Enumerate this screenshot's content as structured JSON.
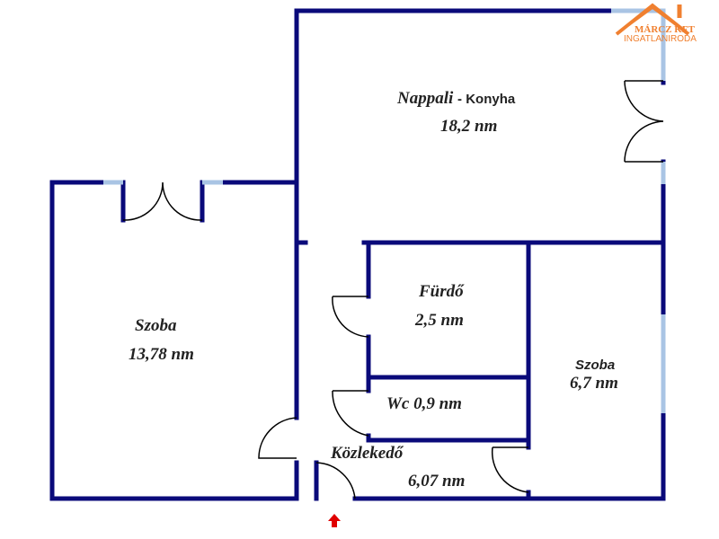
{
  "logo": {
    "line1": "MÁRCZ KFT",
    "line2": "INGATLANIRODA"
  },
  "rooms": [
    {
      "name": "Nappali",
      "suffix": "- Konyha",
      "area": "18,2 nm"
    },
    {
      "name": "Szoba",
      "area": "13,78 nm"
    },
    {
      "name": "Fürdő",
      "area": "2,5 nm"
    },
    {
      "name": "Wc 0,9 nm"
    },
    {
      "name": "Szoba",
      "area": "6,7 nm"
    },
    {
      "name": "Közlekedő",
      "area": "6,07 nm"
    }
  ],
  "colors": {
    "wall": "#0a0a7a",
    "window": "#a9c4e4",
    "door": "#000000",
    "entrance": "#e00000",
    "logo": "#f08030"
  }
}
